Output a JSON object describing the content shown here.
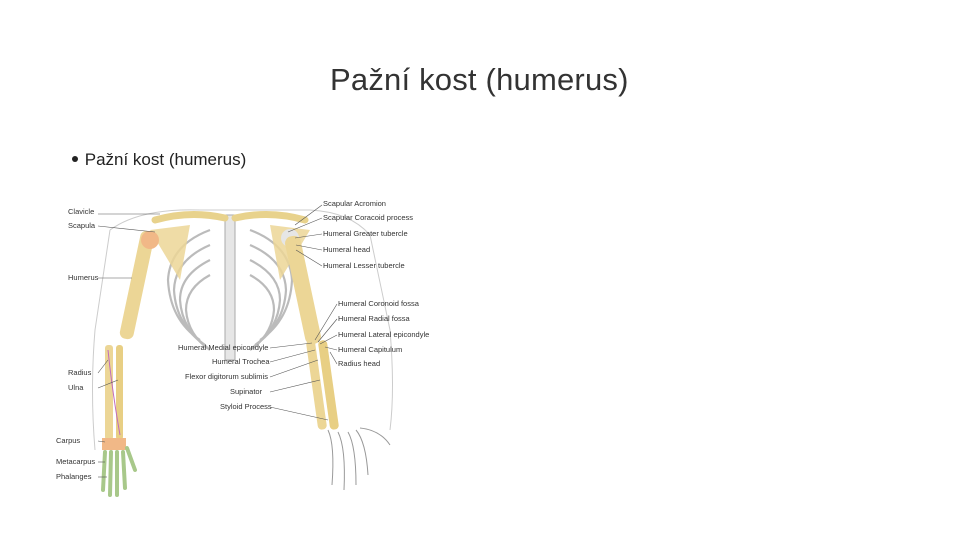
{
  "slide": {
    "title": "Pažní kost (humerus)",
    "bullet": "Pažní kost (humerus)"
  },
  "figure": {
    "left_labels": {
      "clavicle": "Clavicle",
      "scapula": "Scapula",
      "humerus": "Humerus",
      "radius": "Radius",
      "ulna": "Ulna",
      "carpus": "Carpus",
      "metacarpus": "Metacarpus",
      "phalanges": "Phalanges"
    },
    "right_labels": {
      "acromion": "Scapular Acromion",
      "coracoid": "Scapular Coracoid process",
      "greater_tubercle": "Humeral Greater tubercle",
      "head": "Humeral head",
      "lesser_tubercle": "Humeral Lesser tubercle",
      "coronoid_fossa": "Humeral Coronoid fossa",
      "radial_fossa": "Humeral Radial fossa",
      "lateral_epicondyle": "Humeral Lateral epicondyle",
      "capitulum": "Humeral Capitulum",
      "radius_head": "Radius head"
    },
    "center_labels": {
      "medial_epicondyle": "Humeral Medial epicondyle",
      "trochea": "Humeral Trochea",
      "flexor": "Flexor digitorum sublimis",
      "supinator": "Supinator",
      "styloid": "Styloid Process"
    }
  }
}
